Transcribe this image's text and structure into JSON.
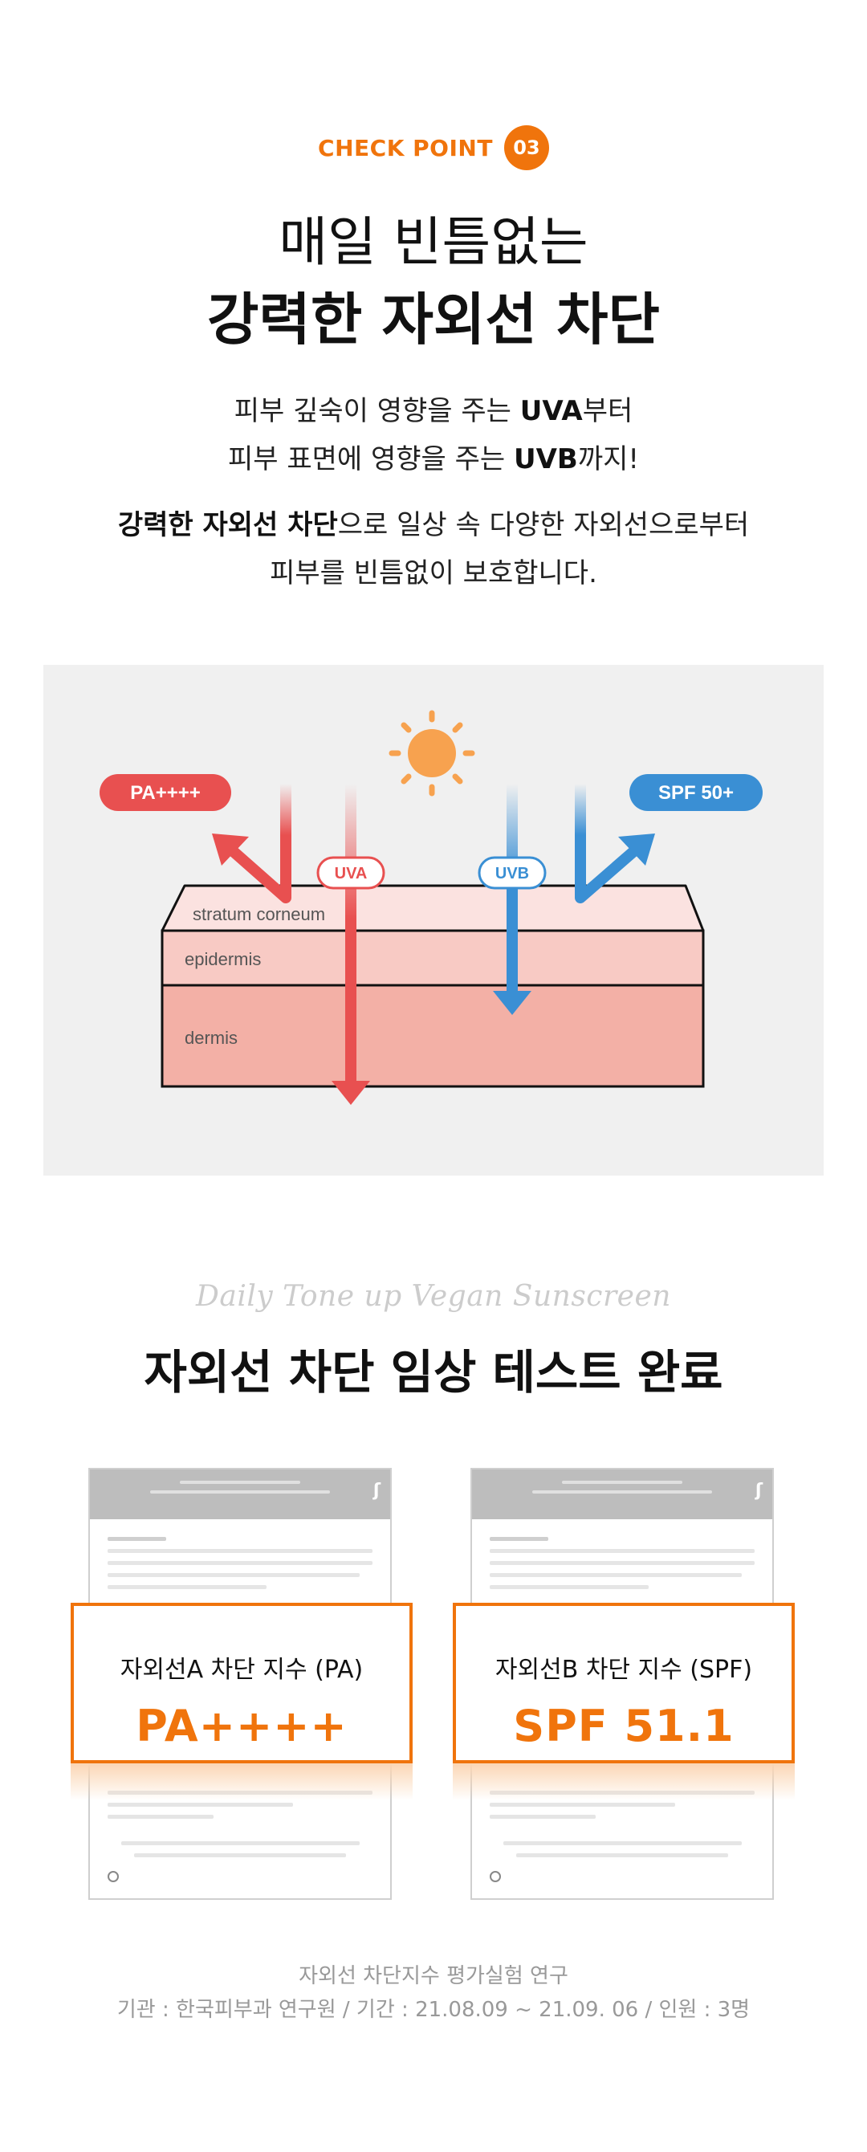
{
  "checkpoint": {
    "label": "CHECK POINT",
    "number": "03"
  },
  "headline": {
    "line1": "매일 빈틈없는",
    "line2": "강력한 자외선 차단"
  },
  "description": {
    "line1_pre": "피부 깊숙이 영향을 주는 ",
    "line1_bold": "UVA",
    "line1_post": "부터",
    "line2_pre": "피부 표면에 영향을 주는 ",
    "line2_bold": "UVB",
    "line2_post": "까지!",
    "line3_bold": "강력한 자외선 차단",
    "line3_post": "으로 일상 속 다양한 자외선으로부터",
    "line4": "피부를 빈틈없이 보호합니다."
  },
  "diagram": {
    "badge_left": "PA++++",
    "badge_right": "SPF 50+",
    "uva_label": "UVA",
    "uvb_label": "UVB",
    "layers": [
      "stratum corneum",
      "epidermis",
      "dermis"
    ],
    "colors": {
      "uva": "#e85050",
      "uvb": "#3a8fd4",
      "sun": "#f7a24f",
      "layer1": "#fbe2e0",
      "layer2": "#f8cac4",
      "layer3": "#f3b0a6"
    }
  },
  "test": {
    "subtitle": "Daily Tone up Vegan Sunscreen",
    "title": "자외선 차단 임상 테스트 완료"
  },
  "certificates": [
    {
      "result_label": "자외선A 차단 지수 (PA)",
      "result_value": "PA++++"
    },
    {
      "result_label": "자외선B 차단 지수 (SPF)",
      "result_value": "SPF 51.1"
    }
  ],
  "footer": {
    "line1": "자외선 차단지수 평가실험 연구",
    "line2": "기관 : 한국피부과 연구원 / 기간 : 21.08.09 ~ 21.09. 06 / 인원 : 3명"
  },
  "colors": {
    "accent": "#f0740c"
  }
}
